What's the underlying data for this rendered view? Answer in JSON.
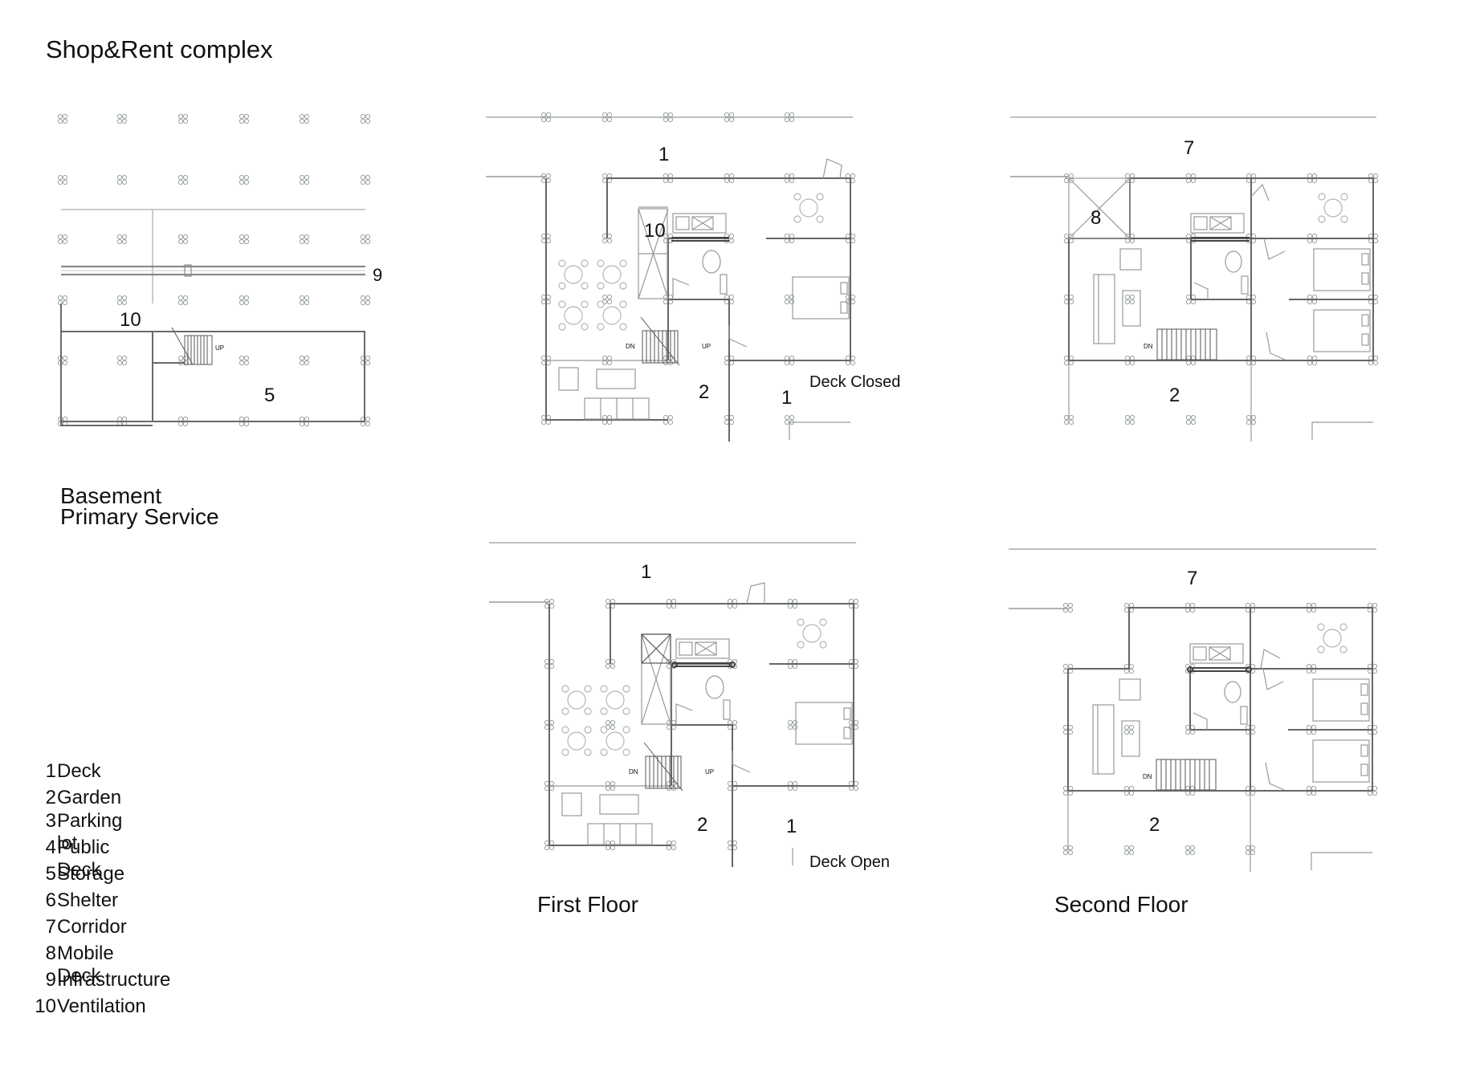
{
  "title": "Shop&Rent complex",
  "captions": {
    "basement_line1": "Basement",
    "basement_line2": "Primary Service",
    "first_floor": "First Floor",
    "second_floor": "Second Floor"
  },
  "plan_labels": {
    "basement": {
      "infrastructure": "9",
      "ventilation": "10",
      "storage": "5",
      "stair_up": "UP"
    },
    "first_floor_closed": {
      "deck_top": "1",
      "ventilation": "10",
      "garden": "2",
      "deck_right": "1",
      "status": "Deck Closed",
      "stair_dn": "DN",
      "stair_up": "UP"
    },
    "first_floor_open": {
      "deck_top": "1",
      "garden": "2",
      "deck_right": "1",
      "status": "Deck Open",
      "stair_dn": "DN",
      "stair_up": "UP"
    },
    "second_floor_closed": {
      "corridor": "7",
      "mobile_deck": "8",
      "garden": "2",
      "stair_dn": "DN"
    },
    "second_floor_open": {
      "corridor": "7",
      "garden": "2",
      "stair_dn": "DN"
    }
  },
  "legend": [
    {
      "num": "1",
      "label": "Deck"
    },
    {
      "num": "2",
      "label": "Garden"
    },
    {
      "num": "3",
      "label": "Parking lot"
    },
    {
      "num": "4",
      "label": "Public Deck"
    },
    {
      "num": "5",
      "label": "Storage"
    },
    {
      "num": "6",
      "label": "Shelter"
    },
    {
      "num": "7",
      "label": "Corridor"
    },
    {
      "num": "8",
      "label": "Mobile Deck"
    },
    {
      "num": "9",
      "label": "Infrastructure"
    },
    {
      "num": "10",
      "label": "Ventilation"
    }
  ],
  "colors": {
    "line": "#8a8a8a",
    "wall": "#5a5a5a",
    "column": "#9aa5a0",
    "text": "#111111"
  }
}
